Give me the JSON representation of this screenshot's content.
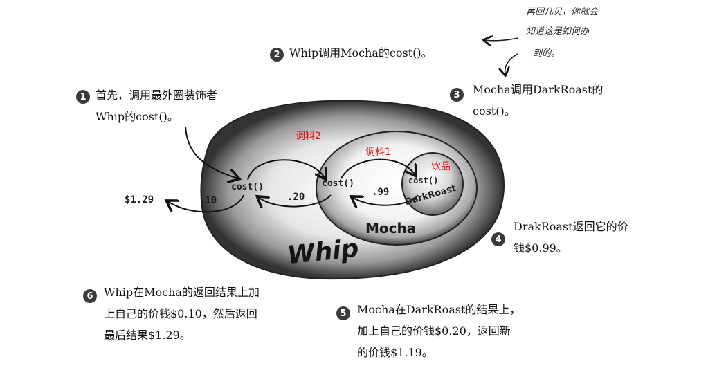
{
  "annotation_top": [
    "再回几贝，你就会",
    "知道这是如何办",
    "到的。"
  ],
  "steps": [
    {
      "num": "1",
      "lines": [
        "首先，调用最外圈装饰者",
        "Whip的cost()。"
      ]
    },
    {
      "num": "2",
      "lines": [
        "Whip调用Mocha的cost()。"
      ]
    },
    {
      "num": "3",
      "lines": [
        "Mocha调用DarkRoast的",
        "cost()。"
      ]
    },
    {
      "num": "4",
      "lines": [
        "DrakRoast返回它的价",
        "钱$0.99。"
      ]
    },
    {
      "num": "5",
      "lines": [
        "Mocha在DarkRoast的结果上，",
        "加上自己的价钱$0.20，返回新",
        "的价钱$1.19。"
      ]
    },
    {
      "num": "6",
      "lines": [
        "Whip在Mocha的返回结果上加",
        "上自己的价钱$0.10，然后返回",
        "最后结果$1.29。"
      ]
    }
  ],
  "diagram": {
    "layers": {
      "outer": "Whip",
      "middle": "Mocha",
      "inner": "DarkRoast"
    },
    "tags": {
      "outer": "调料2",
      "middle": "调料1",
      "inner": "饮品"
    },
    "calls": {
      "whip": "cost()",
      "mocha": "cost()",
      "darkroast": "cost()"
    },
    "values": {
      "result": "$1.29",
      "whip_add": ".10",
      "mocha_add": ".20",
      "darkroast_price": ".99"
    }
  }
}
